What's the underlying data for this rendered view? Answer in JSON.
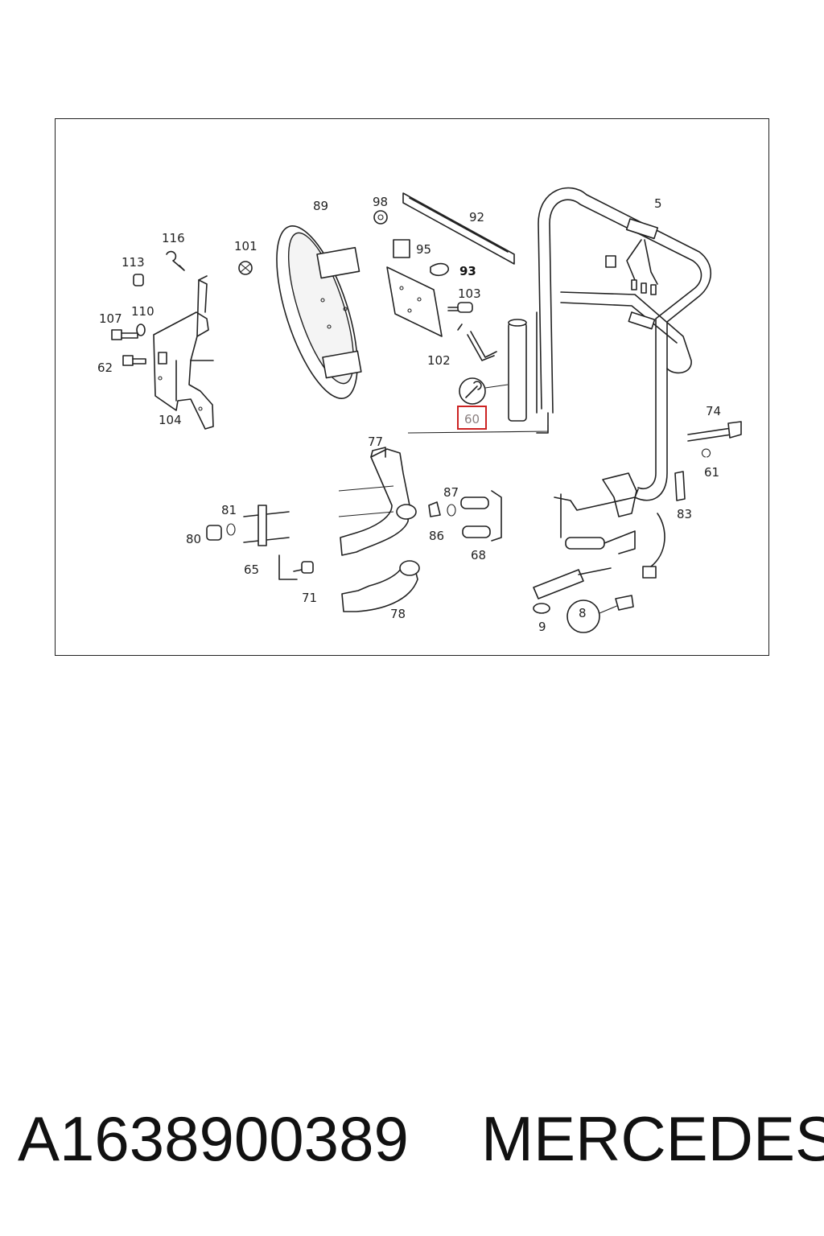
{
  "diagram": {
    "callouts": [
      {
        "id": "c5",
        "text": "5"
      },
      {
        "id": "c8",
        "text": "8"
      },
      {
        "id": "c9",
        "text": "9"
      },
      {
        "id": "c60",
        "text": "60"
      },
      {
        "id": "c61",
        "text": "61"
      },
      {
        "id": "c62",
        "text": "62"
      },
      {
        "id": "c65",
        "text": "65"
      },
      {
        "id": "c68",
        "text": "68"
      },
      {
        "id": "c71",
        "text": "71"
      },
      {
        "id": "c74",
        "text": "74"
      },
      {
        "id": "c77",
        "text": "77"
      },
      {
        "id": "c78",
        "text": "78"
      },
      {
        "id": "c80",
        "text": "80"
      },
      {
        "id": "c81",
        "text": "81"
      },
      {
        "id": "c83",
        "text": "83"
      },
      {
        "id": "c86",
        "text": "86"
      },
      {
        "id": "c87",
        "text": "87"
      },
      {
        "id": "c89",
        "text": "89"
      },
      {
        "id": "c92",
        "text": "92"
      },
      {
        "id": "c93",
        "text": "93"
      },
      {
        "id": "c95",
        "text": "95"
      },
      {
        "id": "c98",
        "text": "98"
      },
      {
        "id": "c101",
        "text": "101"
      },
      {
        "id": "c102",
        "text": "102"
      },
      {
        "id": "c103",
        "text": "103"
      },
      {
        "id": "c104",
        "text": "104"
      },
      {
        "id": "c107",
        "text": "107"
      },
      {
        "id": "c110",
        "text": "110"
      },
      {
        "id": "c113",
        "text": "113"
      },
      {
        "id": "c116",
        "text": "116"
      }
    ],
    "highlight_color": "#cc2222"
  },
  "footer": {
    "part_number": "A1638900389",
    "brand": "MERCEDES"
  }
}
